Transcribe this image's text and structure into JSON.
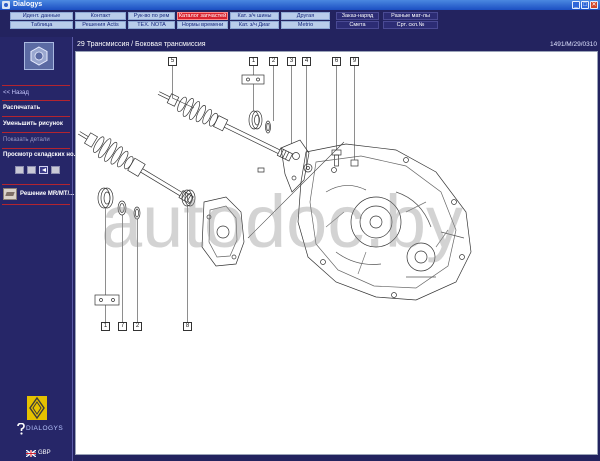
{
  "window": {
    "title": "Dialogys",
    "controls": {
      "minimize": "_",
      "maximize": "□",
      "close": "✕"
    }
  },
  "colors": {
    "navy": "#23235f",
    "accent_red": "#d8232f",
    "tab_bg": "#b9cdea",
    "separator": "#b3242f"
  },
  "menu": {
    "row1": [
      {
        "label": "Идент. данные"
      },
      {
        "label": "Контакт"
      },
      {
        "label": "Рук-во по рем"
      },
      {
        "label": "Каталог запчастей",
        "active": true
      },
      {
        "label": "Кат. з/ч шины"
      },
      {
        "label": "Другая"
      },
      {
        "label": "Заказ-наряд"
      },
      {
        "label": "Разные мат-лы"
      }
    ],
    "row2": [
      {
        "label": "Таблица"
      },
      {
        "label": "Решения Actis"
      },
      {
        "label": "TEX. NOTA"
      },
      {
        "label": "Нормы времени"
      },
      {
        "label": "Кат. з/ч Диаг"
      },
      {
        "label": "Metrio"
      },
      {
        "label": "Смета"
      },
      {
        "label": "Срт. скл.№"
      }
    ]
  },
  "sidebar": {
    "icon": "hex-nut-icon",
    "items": [
      {
        "label": "<< Назад"
      },
      {
        "label": "Распечатать"
      },
      {
        "label": "Уменьшить рисунок"
      },
      {
        "label": "Показать детали",
        "disabled": true
      },
      {
        "label": "Просмотр складских но..."
      }
    ],
    "pager": {
      "count": 4,
      "active_index": 2
    },
    "solution_label": "Решение MR/MT/...",
    "logo": {
      "brand_icon": "renault-diamond-icon",
      "wordmark": "DIALOGYS"
    },
    "currency": "GBP"
  },
  "header": {
    "title": "29 Трансмиссия / Боковая трансмиссия",
    "code": "1491/M/29/0310"
  },
  "diagram": {
    "callouts_top": [
      "5",
      "1",
      "2",
      "3",
      "4",
      "6",
      "9"
    ],
    "callouts_bottom": [
      "1",
      "7",
      "2",
      "8"
    ]
  },
  "watermark": {
    "text": "autodoc.by"
  }
}
